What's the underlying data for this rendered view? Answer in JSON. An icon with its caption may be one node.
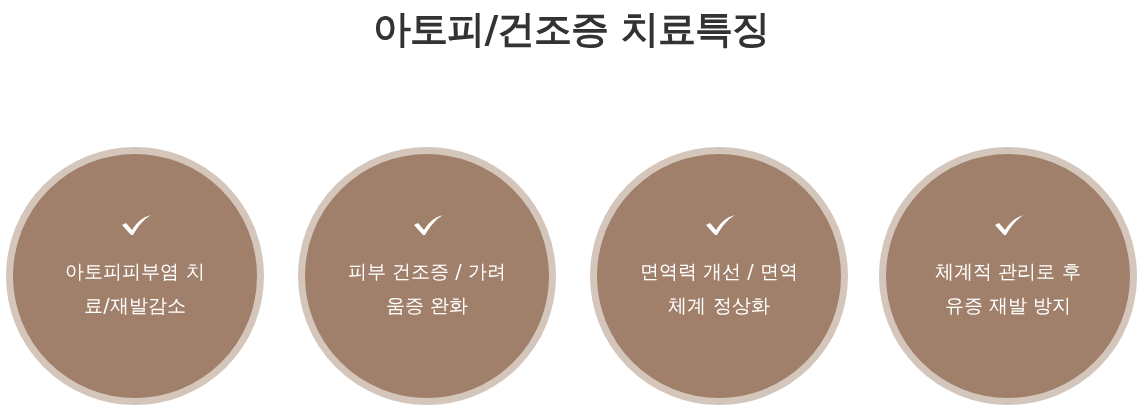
{
  "diagram": {
    "title": "아토피/건조증 치료특징",
    "nodes": [
      {
        "text": [
          "아토피피부염 치료/재발감소"
        ]
      },
      {
        "text": [
          "피부 건조증 / 가려움증 완화"
        ]
      },
      {
        "text": [
          "면역력 개선 / 면역체계 정상화"
        ]
      },
      {
        "text": [
          "체계적 관리로 후유증 재발 방지"
        ]
      }
    ],
    "edges": []
  }
}
